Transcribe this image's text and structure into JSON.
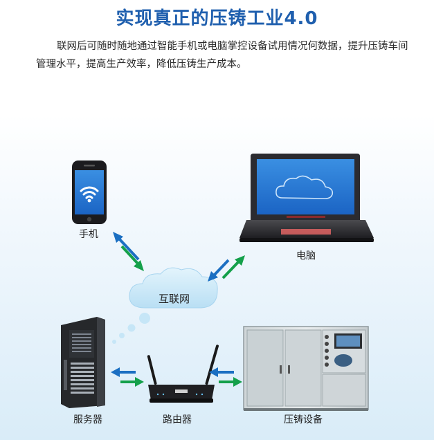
{
  "heading": "实现真正的压铸工业4.0",
  "intro": "联网后可随时随地通过智能手机或电脑掌控设备试用情况何数据，提升压铸车间管理水平，提高生产效率，降低压铸生产成本。",
  "nodes": {
    "phone": "手机",
    "laptop": "电脑",
    "internet": "互联网",
    "server": "服务器",
    "router": "路由器",
    "machine": "压铸设备"
  },
  "colors": {
    "heading": "#1f5fae",
    "arrow_blue": "#1b6fc2",
    "arrow_green": "#14a04a",
    "cloud": "#d3ecf9"
  }
}
